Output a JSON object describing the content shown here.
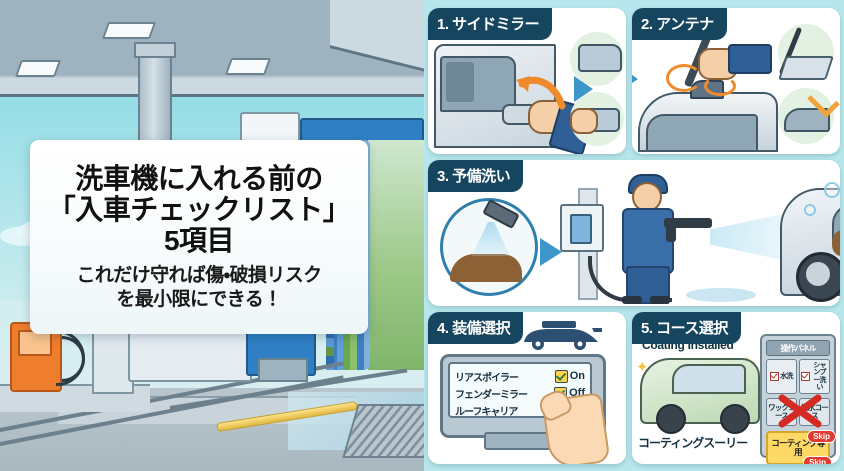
{
  "title_card": {
    "line1": "洗車機に入れる前の",
    "line2": "「入車チェックリスト」",
    "line3": "5項目",
    "subtitle_line1": "これだけ守れば傷・破損リスク",
    "subtitle_line2": "を最小限にできる！"
  },
  "panels": [
    {
      "id": 1,
      "badge": "1. サイドミラー"
    },
    {
      "id": 2,
      "badge": "2. アンテナ"
    },
    {
      "id": 3,
      "badge": "3. 予備洗い"
    },
    {
      "id": 4,
      "badge": "4. 装備選択"
    },
    {
      "id": 5,
      "badge": "5. コース選択"
    }
  ],
  "equipment_screen": {
    "rows": [
      {
        "label": "リアスポイラー",
        "value": "On"
      },
      {
        "label": "フェンダーミラー",
        "value": "Off"
      },
      {
        "label": "ルーフキャリア",
        "value": "Off"
      }
    ]
  },
  "course_panel": {
    "coating_label": "Coating Installed",
    "car_caption": "コーティングスーリー",
    "control_panel_title": "操作パネル",
    "wash_options": [
      {
        "label": "水洗",
        "checked": true
      },
      {
        "label": "シャンプー洗い",
        "checked": true
      }
    ],
    "course_options": [
      {
        "label": "ワックコース",
        "crossed": true
      },
      {
        "label": "撥水コース",
        "crossed": true
      }
    ],
    "coating_button": "コーティング専用",
    "skip_badge_1": "Skip",
    "skip_badge_2": "Skip"
  },
  "colors": {
    "badge_navy": "#16455f",
    "sky": "#7fd6e4",
    "panel_gap": "#b7e7ec",
    "accent_orange": "#ef8b2c",
    "accent_blue": "#3d96c9",
    "skip_red": "#e03b2f",
    "coating_yellow": "#ffd966",
    "check_yellow": "#ffd34d",
    "green_wall": "#9ec98a"
  }
}
